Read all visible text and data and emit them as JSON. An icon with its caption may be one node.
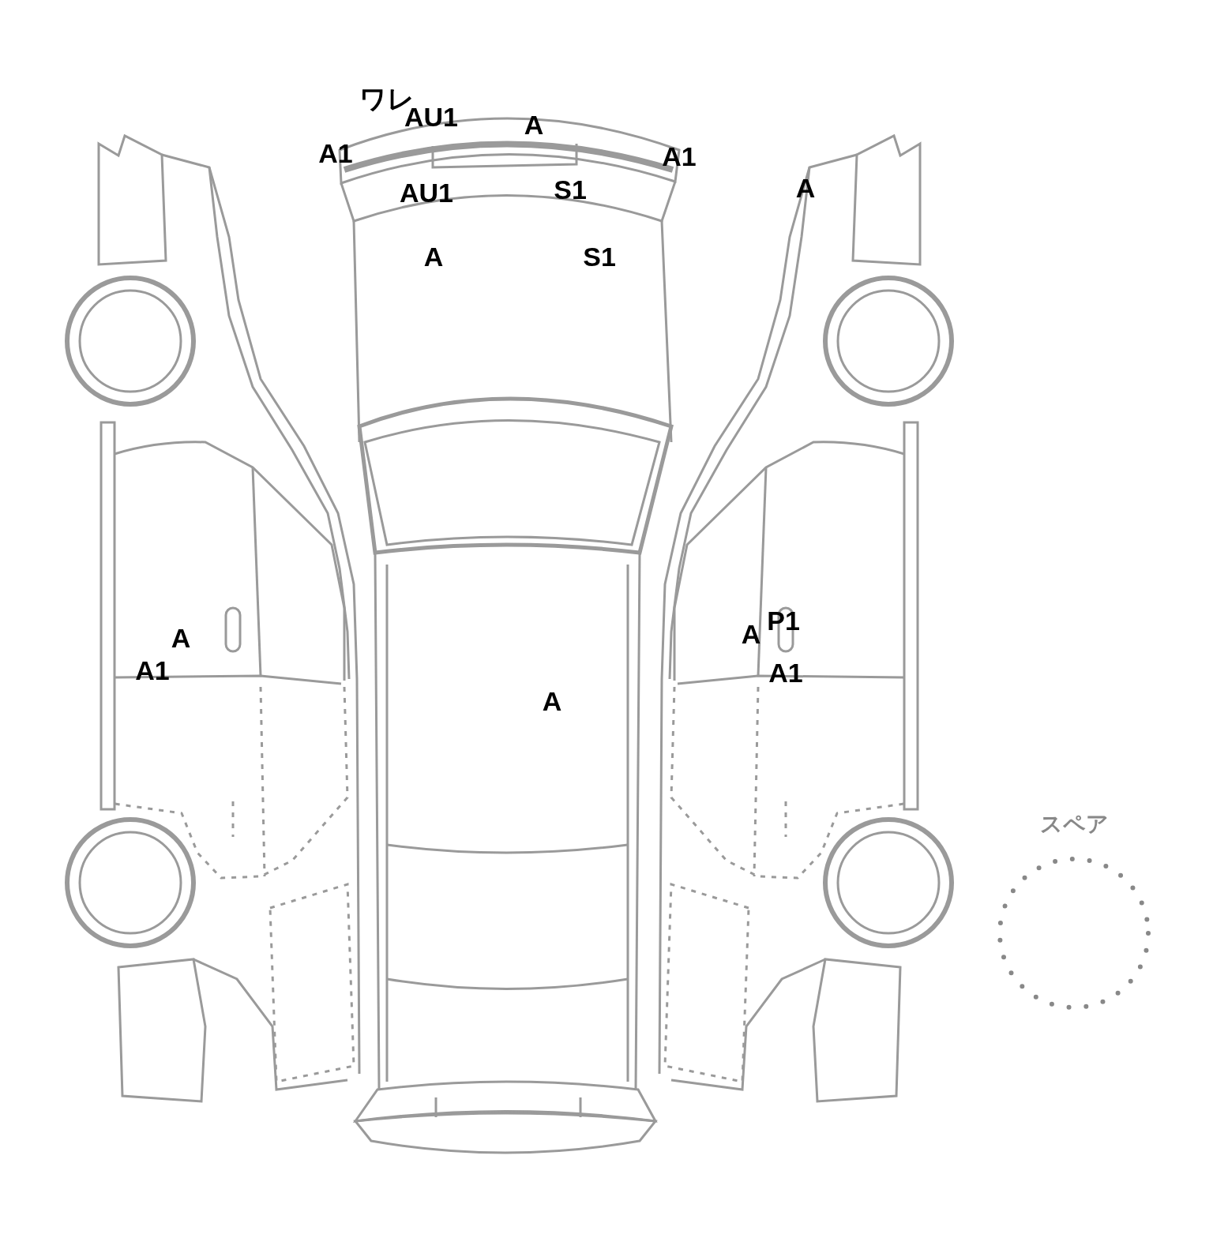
{
  "diagram": {
    "nodes": [
      {
        "text": [
          "スペア"
        ]
      }
    ],
    "labels": [
      "ワレ",
      "AU1",
      "A",
      "A1",
      "A1",
      "A",
      "S1",
      "AU1",
      "A",
      "S1",
      "P1",
      "A",
      "A",
      "A1",
      "A1",
      "A"
    ]
  }
}
